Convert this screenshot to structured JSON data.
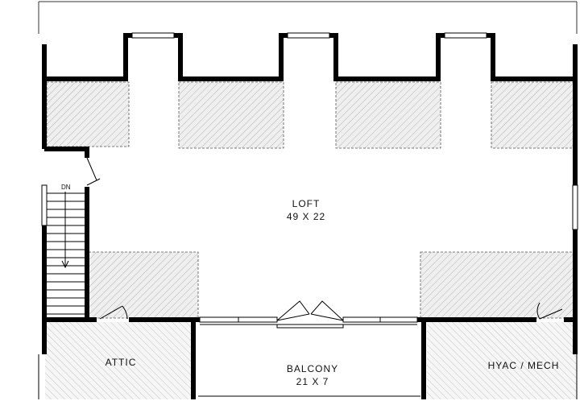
{
  "plan": {
    "stair_label": "DN",
    "rooms": {
      "loft": {
        "name": "LOFT",
        "size": "49 X 22"
      },
      "attic": {
        "name": "ATTIC"
      },
      "balcony": {
        "name": "BALCONY",
        "size": "21 X 7"
      },
      "hvac": {
        "name": "HYAC / MECH"
      }
    }
  },
  "colors": {
    "wall": "#000000",
    "hatch": "#b0b0b0",
    "background": "#ffffff",
    "line": "#222222"
  }
}
